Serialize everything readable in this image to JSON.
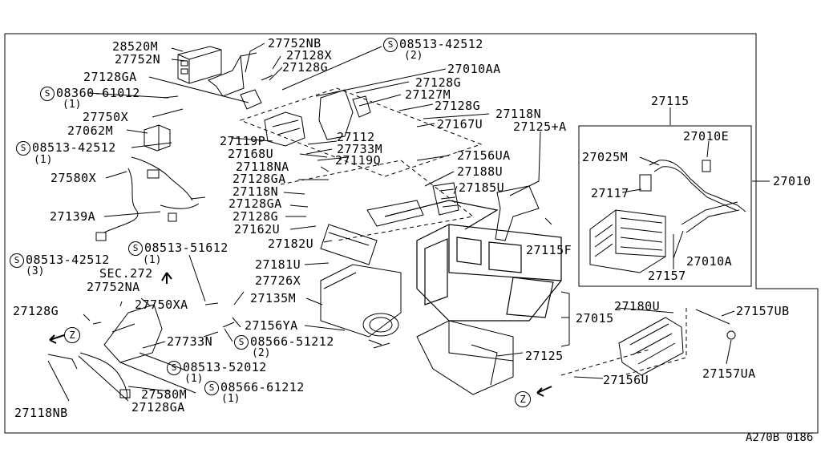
{
  "labels": [
    "28520M",
    "27752N",
    "27752NB",
    "27128X",
    "27128G",
    "27010AA",
    "27128GA",
    "08360-61012",
    "27750X",
    "27062M",
    "08513-42512",
    "27580X",
    "27139A",
    "08513-51612",
    "08513-42512",
    "SEC.272",
    "27752NA",
    "27750XA",
    "27128G",
    "27733N",
    "27118NB",
    "27580M",
    "27128GA",
    "08513-52012",
    "08566-61212",
    "08566-51212",
    "27726X",
    "27135M",
    "27156YA",
    "27181U",
    "27182U",
    "27162U",
    "27128G",
    "27128GA",
    "27118N",
    "27128GA",
    "27118NA",
    "27119Q",
    "27168U",
    "27119P",
    "27733M",
    "27112",
    "08513-42512",
    "27128G",
    "27127M",
    "27128G",
    "27167U",
    "27118N",
    "27125+A",
    "27156UA",
    "27188U",
    "27185U",
    "27115F",
    "27115",
    "27010E",
    "27025M",
    "27117",
    "27010A",
    "27157",
    "27010",
    "27015",
    "27180U",
    "27157UB",
    "27157UA",
    "27156U",
    "27125"
  ],
  "qty": [
    "(2)",
    "(1)",
    "(1)",
    "(1)",
    "(3)",
    "(2)",
    "(1)",
    "(1)"
  ],
  "s_mark": "S",
  "z_mark": "Z",
  "footer_code": "A270B 0186"
}
